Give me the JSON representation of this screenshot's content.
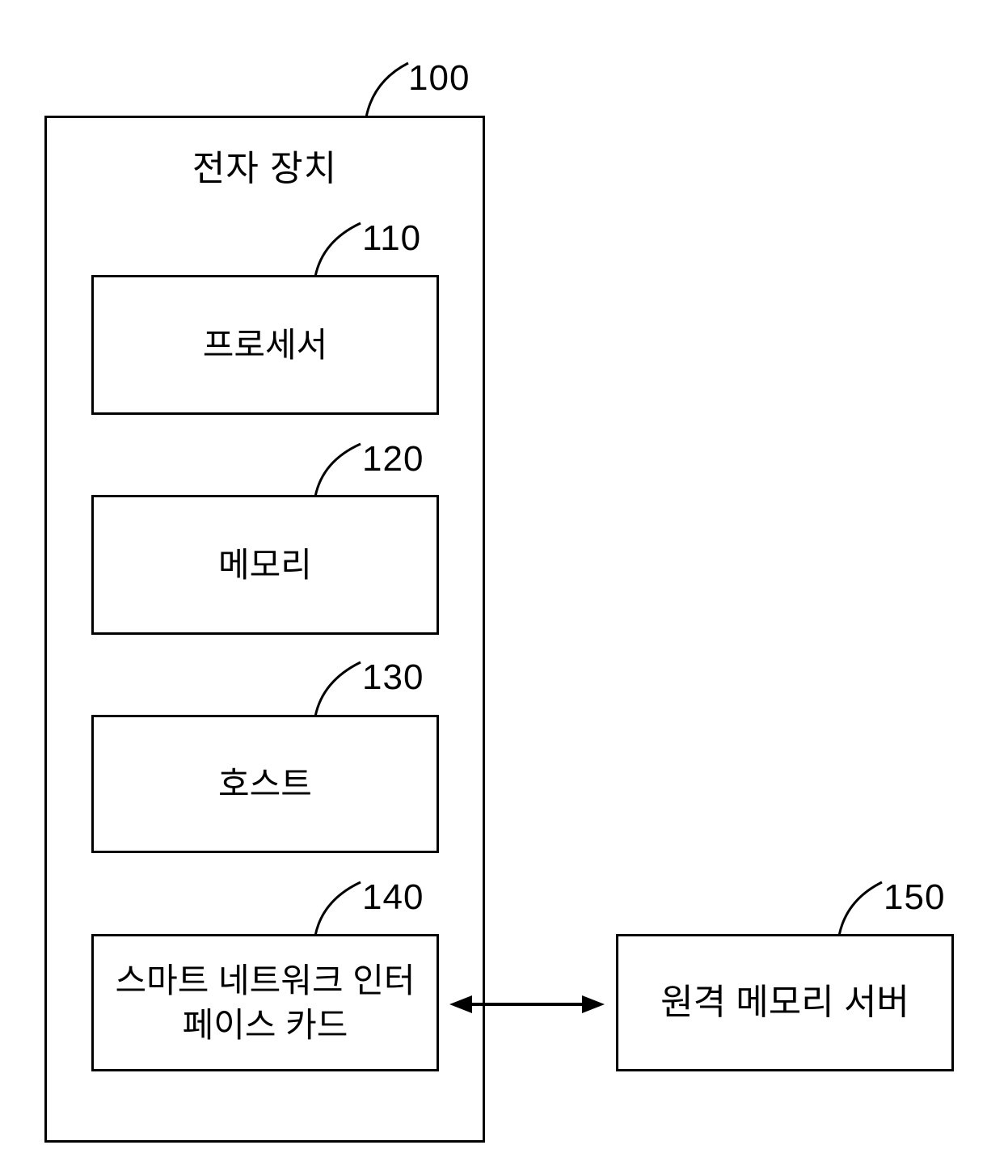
{
  "diagram": {
    "device": {
      "ref": "100",
      "label": "전자 장치"
    },
    "blocks": [
      {
        "ref": "110",
        "label": "프로세서"
      },
      {
        "ref": "120",
        "label": "메모리"
      },
      {
        "ref": "130",
        "label": "호스트"
      },
      {
        "ref": "140",
        "label": "스마트 네트워크 인터페이스 카드"
      }
    ],
    "external": {
      "ref": "150",
      "label": "원격 메모리 서버"
    },
    "connection": {
      "from": "140",
      "to": "150",
      "style": "bidirectional-arrow"
    },
    "colors": {
      "line": "#000000",
      "background": "#ffffff"
    }
  }
}
